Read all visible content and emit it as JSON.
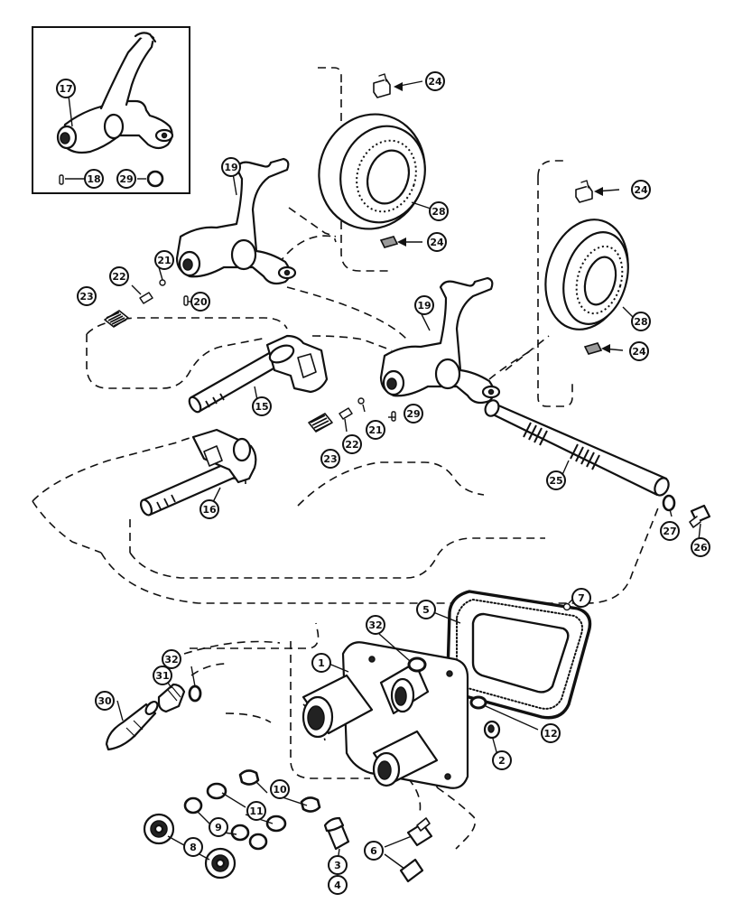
{
  "callouts": [
    {
      "id": "c17",
      "label": "17"
    },
    {
      "id": "c18",
      "label": "18"
    },
    {
      "id": "c29a",
      "label": "29"
    },
    {
      "id": "c19a",
      "label": "19"
    },
    {
      "id": "c24a",
      "label": "24"
    },
    {
      "id": "c28a",
      "label": "28"
    },
    {
      "id": "c24b",
      "label": "24"
    },
    {
      "id": "c21a",
      "label": "21"
    },
    {
      "id": "c22a",
      "label": "22"
    },
    {
      "id": "c23a",
      "label": "23"
    },
    {
      "id": "c20",
      "label": "20"
    },
    {
      "id": "c24c",
      "label": "24"
    },
    {
      "id": "c19b",
      "label": "19"
    },
    {
      "id": "c28b",
      "label": "28"
    },
    {
      "id": "c24d",
      "label": "24"
    },
    {
      "id": "c15",
      "label": "15"
    },
    {
      "id": "c23b",
      "label": "23"
    },
    {
      "id": "c22b",
      "label": "22"
    },
    {
      "id": "c21b",
      "label": "21"
    },
    {
      "id": "c29b",
      "label": "29"
    },
    {
      "id": "c16",
      "label": "16"
    },
    {
      "id": "c25",
      "label": "25"
    },
    {
      "id": "c27",
      "label": "27"
    },
    {
      "id": "c26",
      "label": "26"
    },
    {
      "id": "c5",
      "label": "5"
    },
    {
      "id": "c7",
      "label": "7"
    },
    {
      "id": "c32a",
      "label": "32"
    },
    {
      "id": "c1",
      "label": "1"
    },
    {
      "id": "c32b",
      "label": "32"
    },
    {
      "id": "c31",
      "label": "31"
    },
    {
      "id": "c30",
      "label": "30"
    },
    {
      "id": "c12",
      "label": "12"
    },
    {
      "id": "c2",
      "label": "2"
    },
    {
      "id": "c10",
      "label": "10"
    },
    {
      "id": "c11",
      "label": "11"
    },
    {
      "id": "c9",
      "label": "9"
    },
    {
      "id": "c8",
      "label": "8"
    },
    {
      "id": "c3",
      "label": "3"
    },
    {
      "id": "c4",
      "label": "4"
    },
    {
      "id": "c6",
      "label": "6"
    }
  ]
}
